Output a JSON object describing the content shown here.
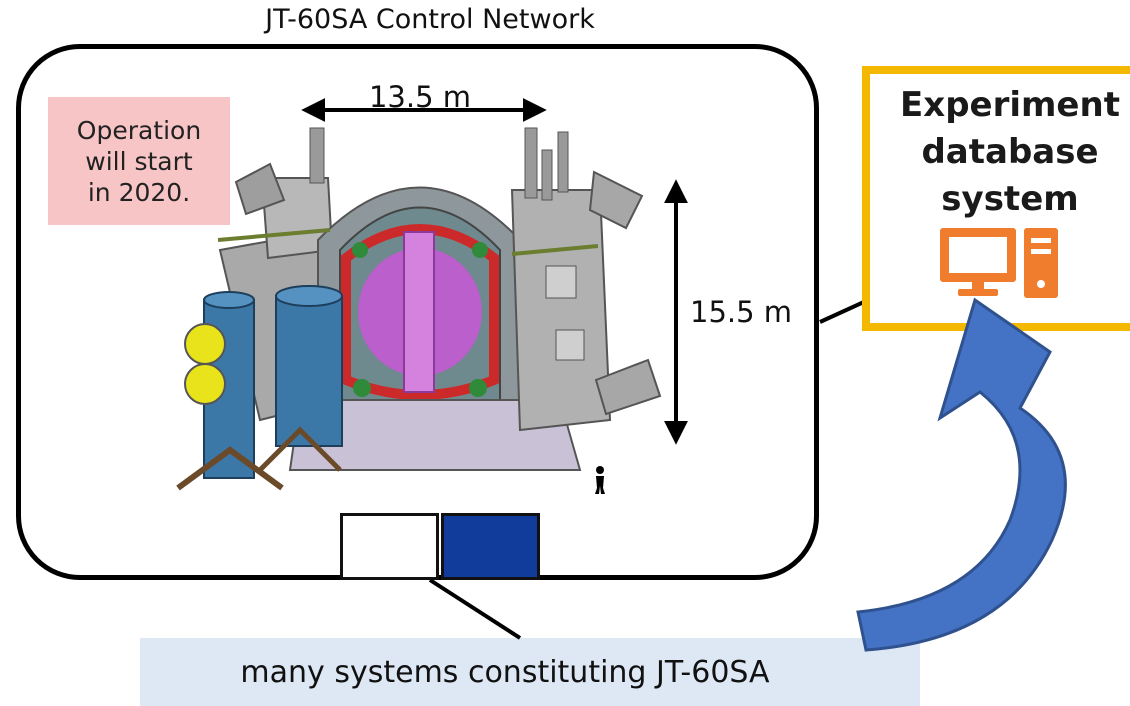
{
  "network": {
    "title": "JT-60SA Control Network",
    "note": "Operation\nwill start\nin 2020.",
    "width_label": "13.5 m",
    "height_label": "15.5 m",
    "flags": [
      "japan-flag",
      "eu-flag"
    ]
  },
  "database": {
    "title": "Experiment\ndatabase\nsystem",
    "icon": "computer-icon",
    "accent_color": "#f5b800",
    "icon_color": "#ef7d2d"
  },
  "caption": {
    "text": "many systems constituting JT-60SA"
  },
  "arrow": {
    "color": "#4472c4"
  }
}
